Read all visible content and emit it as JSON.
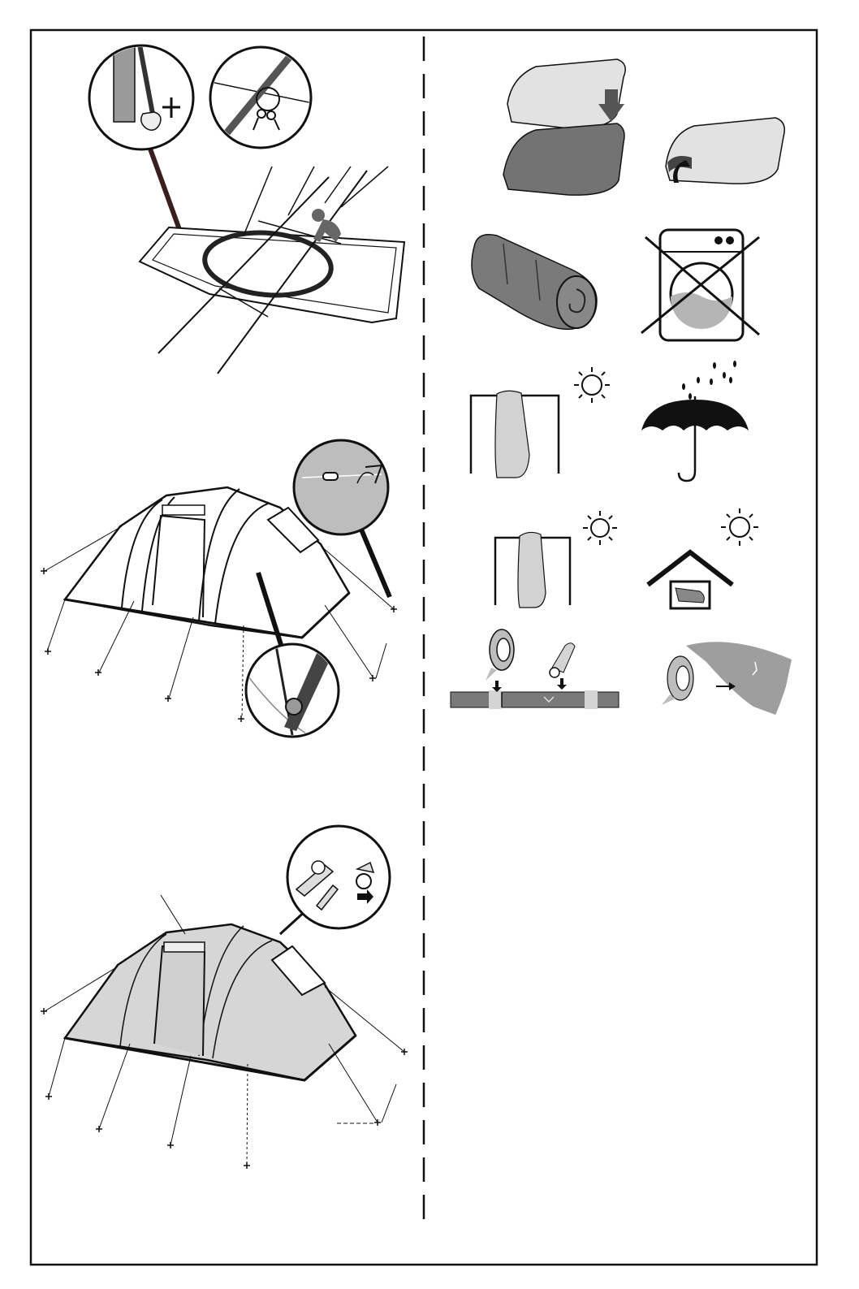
{
  "page": {
    "title": "",
    "background": "#ffffff"
  },
  "colors": {
    "ink": "#111111",
    "fill_light": "#d2d2d2",
    "fill_mid": "#a9a9a9",
    "fill_dark": "#6f6f6f",
    "fill_darker": "#4d4d4d"
  },
  "layout_description": {
    "columns": [
      "assembly-steps",
      "care-instructions"
    ],
    "separator": "dashed-vertical"
  },
  "assembly_steps": [
    {
      "step": "lay-out-groundsheet-and-cross-poles",
      "details": [
        "pole-tip-into-ring-detail",
        "clip-on-pole-detail"
      ]
    },
    {
      "step": "erect-inner-tent-with-guy-lines",
      "details": [
        "guy-line-tensioner-detail",
        "pole-hook-detail"
      ]
    },
    {
      "step": "attach-flysheet-and-peg-out",
      "details": [
        "toggle-fastener-detail"
      ]
    }
  ],
  "care_icons": [
    {
      "name": "fold-mat-onto-sleeping-bag-icon"
    },
    {
      "name": "roll-from-edge-icon"
    },
    {
      "name": "rolled-mat-icon"
    },
    {
      "name": "do-not-machine-wash-icon"
    },
    {
      "name": "air-dry-on-line-in-sun-icon"
    },
    {
      "name": "rain-umbrella-icon"
    },
    {
      "name": "dry-on-line-in-sun-icon"
    },
    {
      "name": "store-under-roof-icon"
    },
    {
      "name": "repair-pole-with-tape-and-sleeve-icon"
    },
    {
      "name": "repair-fabric-tear-with-tape-icon"
    }
  ]
}
